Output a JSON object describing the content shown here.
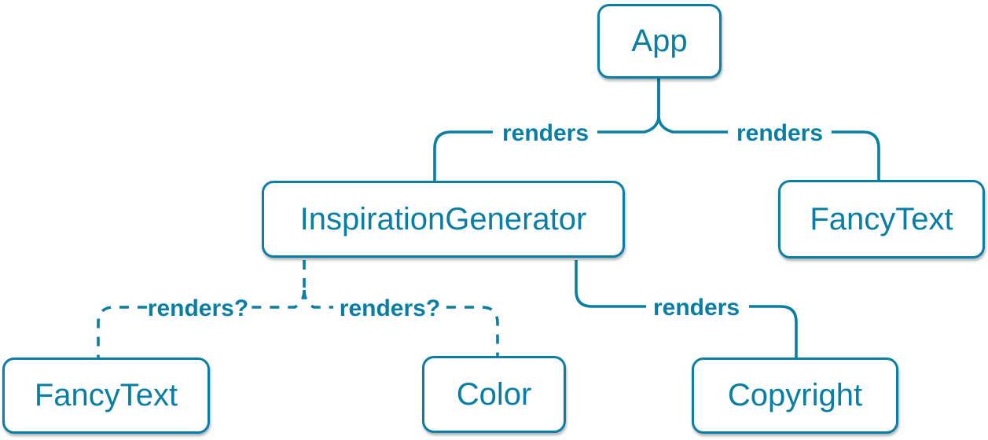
{
  "diagram": {
    "type": "component-render-tree",
    "accent_color": "#0a7ea4",
    "text_color": "#087ea4",
    "node_fill": "#ffffff",
    "nodes": [
      {
        "id": "app",
        "label": "App"
      },
      {
        "id": "inspiration-generator",
        "label": "InspirationGenerator"
      },
      {
        "id": "fancy-text-top",
        "label": "FancyText"
      },
      {
        "id": "fancy-text-bottom",
        "label": "FancyText"
      },
      {
        "id": "color",
        "label": "Color"
      },
      {
        "id": "copyright",
        "label": "Copyright"
      }
    ],
    "edges": [
      {
        "from": "App",
        "to": "InspirationGenerator",
        "label": "renders",
        "style": "solid"
      },
      {
        "from": "App",
        "to": "FancyText",
        "label": "renders",
        "style": "solid"
      },
      {
        "from": "InspirationGenerator",
        "to": "FancyText",
        "label": "renders?",
        "style": "dashed"
      },
      {
        "from": "InspirationGenerator",
        "to": "Color",
        "label": "renders?",
        "style": "dashed"
      },
      {
        "from": "InspirationGenerator",
        "to": "Copyright",
        "label": "renders",
        "style": "solid"
      }
    ]
  }
}
